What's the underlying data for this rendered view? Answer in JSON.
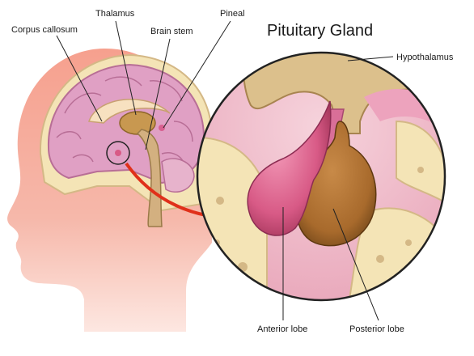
{
  "title": "Pituitary Gland",
  "labels": {
    "corpus_callosum": "Corpus callosum",
    "thalamus": "Thalamus",
    "brain_stem": "Brain stem",
    "pineal": "Pineal",
    "hypothalamus": "Hypothalamus",
    "anterior_lobe": "Anterior lobe",
    "posterior_lobe": "Posterior lobe"
  },
  "colors": {
    "skin_light": "#f8cfc4",
    "skin_mid": "#ef9f90",
    "skull": "#f4e4b6",
    "brain": "#e0a0c4",
    "anterior_lobe": "#d85a86",
    "posterior_lobe": "#a86a2c",
    "arrow": "#e0301a"
  }
}
